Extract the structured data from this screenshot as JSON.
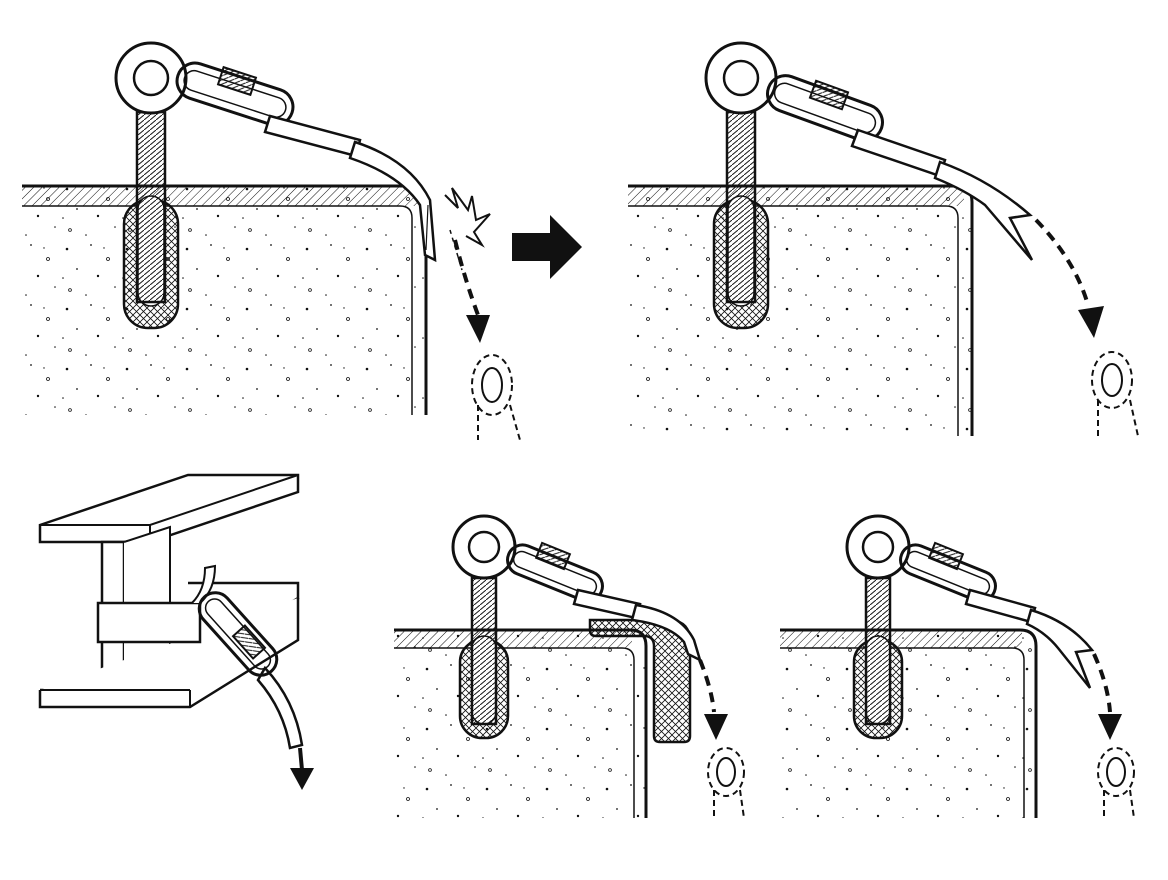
{
  "colors": {
    "ink": "#111111",
    "paper": "#ffffff",
    "grey": "#c8c8c8"
  },
  "panels": [
    {
      "id": "panel-1",
      "anchor": "eyebolt",
      "edge": "sharp-edge",
      "sling": "webbing-cut-by-edge",
      "damage": true
    },
    {
      "id": "panel-2",
      "anchor": "eyebolt",
      "edge": "sharp-edge",
      "sling": "webbing-severed",
      "damage": false
    },
    {
      "id": "panel-3",
      "anchor": "steel-i-beam",
      "edge": "none",
      "sling": "webbing-wrapped-around-beam",
      "damage": false
    },
    {
      "id": "panel-4",
      "anchor": "eyebolt",
      "edge": "edge-protector",
      "sling": "webbing-over-protector",
      "damage": false
    },
    {
      "id": "panel-5",
      "anchor": "eyebolt",
      "edge": "sharp-edge",
      "sling": "webbing-severed",
      "damage": false
    }
  ],
  "icons": [
    "eyebolt-icon",
    "carabiner-icon",
    "sling-icon",
    "falling-hook-icon",
    "transition-arrow-icon",
    "down-arrow-icon",
    "i-beam-icon",
    "edge-protector-icon"
  ]
}
